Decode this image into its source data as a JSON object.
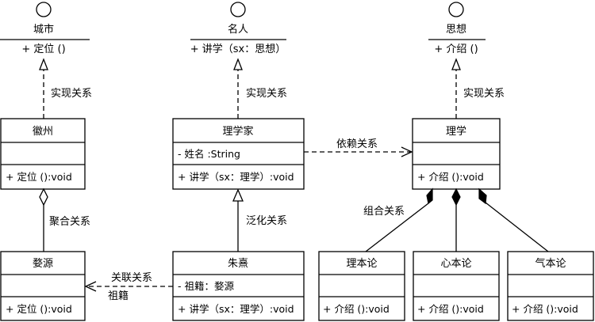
{
  "interfaces": {
    "city": {
      "name": "城市",
      "op": "+ 定位 ()"
    },
    "celebrity": {
      "name": "名人",
      "op": "+ 讲学（sx：思想）"
    },
    "thought": {
      "name": "思想",
      "op": "+ 介绍 ()"
    }
  },
  "classes": {
    "huizhou": {
      "name": "徽州",
      "attr": "",
      "op": "+ 定位 ():void"
    },
    "lixuejia": {
      "name": "理学家",
      "attr": "- 姓名 :String",
      "op": "+ 讲学（sx：理学）:void"
    },
    "lixue": {
      "name": "理学",
      "attr": "",
      "op": "+ 介绍 ():void"
    },
    "wuyuan": {
      "name": "婺源",
      "attr": "",
      "op": "+ 定位 ():void"
    },
    "zhuxi": {
      "name": "朱熹",
      "attr": "- 祖籍：婺源",
      "op": "+ 讲学（sx：理学）:void"
    },
    "libenlun": {
      "name": "理本论",
      "attr": "",
      "op": "+ 介绍 ():void"
    },
    "xinbenlun": {
      "name": "心本论",
      "attr": "",
      "op": "+ 介绍 ():void"
    },
    "qibenlun": {
      "name": "气本论",
      "attr": "",
      "op": "+ 介绍 ():void"
    }
  },
  "relations": {
    "realize_left": "实现关系",
    "realize_mid": "实现关系",
    "realize_right": "实现关系",
    "dependency": "依赖关系",
    "aggregation": "聚合关系",
    "generalization": "泛化关系",
    "composition": "组合关系",
    "association": "关联关系",
    "association_role": "祖籍"
  }
}
